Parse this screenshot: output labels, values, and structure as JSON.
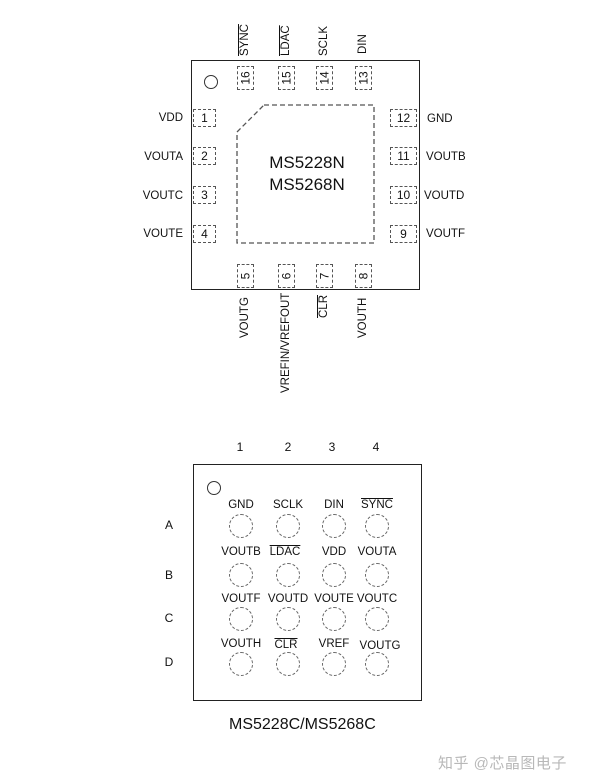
{
  "qfn": {
    "part_names": [
      "MS5228N",
      "MS5268N"
    ],
    "pin1_marker": "circle",
    "exposed_pad": "dashed-chamfered-square",
    "pins": {
      "left": [
        {
          "num": "1",
          "name": "VDD",
          "overline": false
        },
        {
          "num": "2",
          "name": "VOUTA",
          "overline": false
        },
        {
          "num": "3",
          "name": "VOUTC",
          "overline": false
        },
        {
          "num": "4",
          "name": "VOUTE",
          "overline": false
        }
      ],
      "bottom": [
        {
          "num": "5",
          "name": "VOUTG",
          "overline": false
        },
        {
          "num": "6",
          "name": "VREFIN/VREFOUT",
          "overline": false
        },
        {
          "num": "7",
          "name": "CLR",
          "overline": true
        },
        {
          "num": "8",
          "name": "VOUTH",
          "overline": false
        }
      ],
      "right": [
        {
          "num": "12",
          "name": "GND",
          "overline": false
        },
        {
          "num": "11",
          "name": "VOUTB",
          "overline": false
        },
        {
          "num": "10",
          "name": "VOUTD",
          "overline": false
        },
        {
          "num": "9",
          "name": "VOUTF",
          "overline": false
        }
      ],
      "top": [
        {
          "num": "16",
          "name": "SYNC",
          "overline": true
        },
        {
          "num": "15",
          "name": "LDAC",
          "overline": true
        },
        {
          "num": "14",
          "name": "SCLK",
          "overline": false
        },
        {
          "num": "13",
          "name": "DIN",
          "overline": false
        }
      ]
    }
  },
  "bga": {
    "caption": "MS5228C/MS5268C",
    "columns": [
      "1",
      "2",
      "3",
      "4"
    ],
    "rows": [
      "A",
      "B",
      "C",
      "D"
    ],
    "balls": [
      [
        {
          "name": "GND",
          "overline": false
        },
        {
          "name": "SCLK",
          "overline": false
        },
        {
          "name": "DIN",
          "overline": false
        },
        {
          "name": "SYNC",
          "overline": true
        }
      ],
      [
        {
          "name": "VOUTB",
          "overline": false
        },
        {
          "name": "LDAC",
          "overline": true
        },
        {
          "name": "VDD",
          "overline": false
        },
        {
          "name": "VOUTA",
          "overline": false
        }
      ],
      [
        {
          "name": "VOUTF",
          "overline": false
        },
        {
          "name": "VOUTD",
          "overline": false
        },
        {
          "name": "VOUTE",
          "overline": false
        },
        {
          "name": "VOUTC",
          "overline": false
        }
      ],
      [
        {
          "name": "VOUTH",
          "overline": false
        },
        {
          "name": "CLR",
          "overline": true
        },
        {
          "name": "VREF",
          "overline": false
        },
        {
          "name": "VOUTG",
          "overline": false
        }
      ]
    ]
  },
  "watermark": "知乎 @芯晶图电子"
}
